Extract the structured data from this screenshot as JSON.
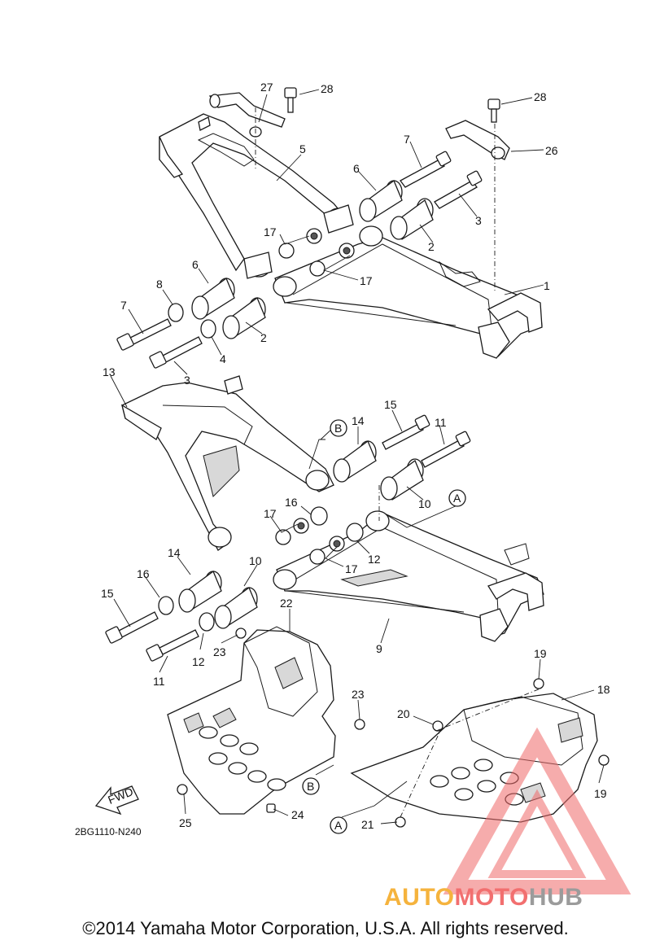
{
  "diagram_code": "2BG1110-N240",
  "fwd_label": "FWD",
  "copyright": "©2014 Yamaha Motor Corporation, U.S.A. All rights reserved.",
  "watermark": {
    "part1": "AUTO",
    "part2": "MOTO",
    "part3": "HUB"
  },
  "callouts": [
    {
      "id": "c27",
      "text": "27"
    },
    {
      "id": "c28a",
      "text": "28"
    },
    {
      "id": "c28b",
      "text": "28"
    },
    {
      "id": "c26",
      "text": "26"
    },
    {
      "id": "c5",
      "text": "5"
    },
    {
      "id": "c7a",
      "text": "7"
    },
    {
      "id": "c6a",
      "text": "6"
    },
    {
      "id": "c3a",
      "text": "3"
    },
    {
      "id": "c2a",
      "text": "2"
    },
    {
      "id": "c17a",
      "text": "17"
    },
    {
      "id": "c17b",
      "text": "17"
    },
    {
      "id": "c1",
      "text": "1"
    },
    {
      "id": "c6b",
      "text": "6"
    },
    {
      "id": "c8",
      "text": "8"
    },
    {
      "id": "c7b",
      "text": "7"
    },
    {
      "id": "c2b",
      "text": "2"
    },
    {
      "id": "c4",
      "text": "4"
    },
    {
      "id": "c3b",
      "text": "3"
    },
    {
      "id": "c13",
      "text": "13"
    },
    {
      "id": "c15a",
      "text": "15"
    },
    {
      "id": "c11a",
      "text": "11"
    },
    {
      "id": "c14a",
      "text": "14"
    },
    {
      "id": "c10a",
      "text": "10"
    },
    {
      "id": "c16a",
      "text": "16"
    },
    {
      "id": "c17c",
      "text": "17"
    },
    {
      "id": "c12a",
      "text": "12"
    },
    {
      "id": "c17d",
      "text": "17"
    },
    {
      "id": "c14b",
      "text": "14"
    },
    {
      "id": "c16b",
      "text": "16"
    },
    {
      "id": "c10b",
      "text": "10"
    },
    {
      "id": "c15b",
      "text": "15"
    },
    {
      "id": "c22",
      "text": "22"
    },
    {
      "id": "c9",
      "text": "9"
    },
    {
      "id": "c23a",
      "text": "23"
    },
    {
      "id": "c12b",
      "text": "12"
    },
    {
      "id": "c11b",
      "text": "11"
    },
    {
      "id": "c19a",
      "text": "19"
    },
    {
      "id": "c18",
      "text": "18"
    },
    {
      "id": "c23b",
      "text": "23"
    },
    {
      "id": "c20",
      "text": "20"
    },
    {
      "id": "c19b",
      "text": "19"
    },
    {
      "id": "c25",
      "text": "25"
    },
    {
      "id": "c24",
      "text": "24"
    },
    {
      "id": "c21",
      "text": "21"
    }
  ],
  "ref_markers": [
    {
      "id": "mB1",
      "text": "B"
    },
    {
      "id": "mA1",
      "text": "A"
    },
    {
      "id": "mB2",
      "text": "B"
    },
    {
      "id": "mA2",
      "text": "A"
    }
  ]
}
